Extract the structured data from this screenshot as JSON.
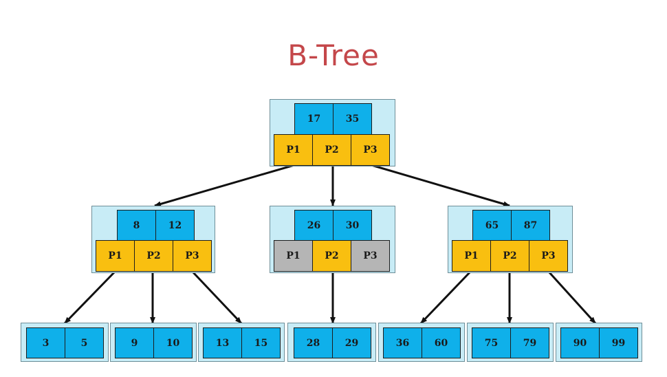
{
  "title": "B-Tree",
  "colors": {
    "title": "#c4474a",
    "key_cell": "#0fb0ea",
    "pointer_cell": "#f9bf10",
    "unused_pointer_cell": "#b5b5b5",
    "node_background": "#c8ecf6",
    "edge": "#111111"
  },
  "tree": {
    "root": {
      "keys": [
        "17",
        "35"
      ],
      "pointers": [
        {
          "label": "P1",
          "used": true
        },
        {
          "label": "P2",
          "used": true
        },
        {
          "label": "P3",
          "used": true
        }
      ]
    },
    "internal": [
      {
        "keys": [
          "8",
          "12"
        ],
        "pointers": [
          {
            "label": "P1",
            "used": true
          },
          {
            "label": "P2",
            "used": true
          },
          {
            "label": "P3",
            "used": true
          }
        ]
      },
      {
        "keys": [
          "26",
          "30"
        ],
        "pointers": [
          {
            "label": "P1",
            "used": false
          },
          {
            "label": "P2",
            "used": true
          },
          {
            "label": "P3",
            "used": false
          }
        ]
      },
      {
        "keys": [
          "65",
          "87"
        ],
        "pointers": [
          {
            "label": "P1",
            "used": true
          },
          {
            "label": "P2",
            "used": true
          },
          {
            "label": "P3",
            "used": true
          }
        ]
      }
    ],
    "leaves": [
      {
        "keys": [
          "3",
          "5"
        ]
      },
      {
        "keys": [
          "9",
          "10"
        ]
      },
      {
        "keys": [
          "13",
          "15"
        ]
      },
      {
        "keys": [
          "28",
          "29"
        ]
      },
      {
        "keys": [
          "36",
          "60"
        ]
      },
      {
        "keys": [
          "75",
          "79"
        ]
      },
      {
        "keys": [
          "90",
          "99"
        ]
      }
    ]
  }
}
